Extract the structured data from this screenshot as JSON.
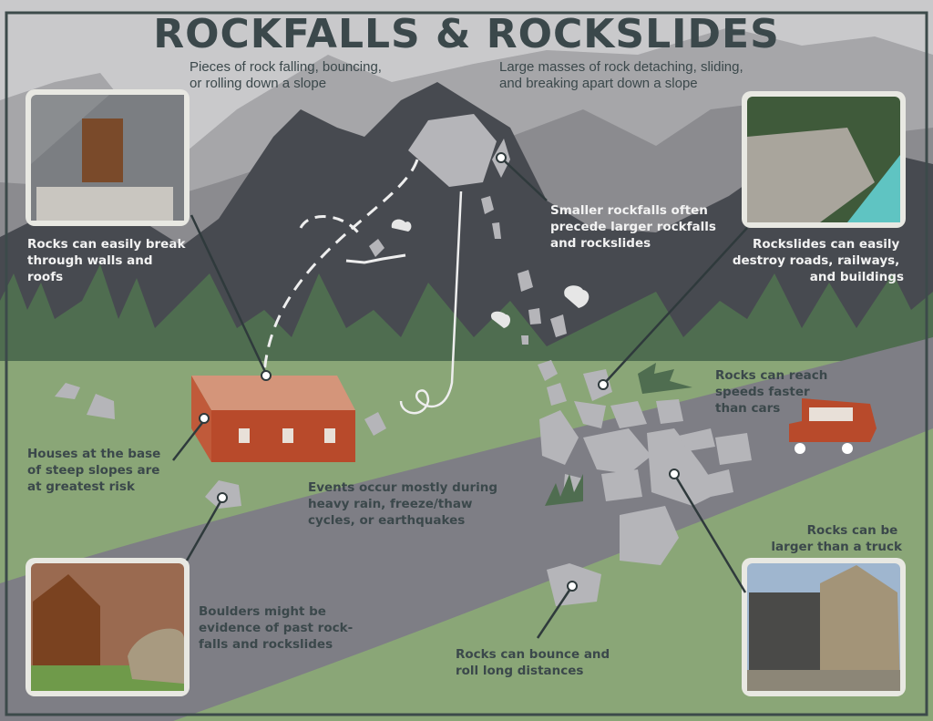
{
  "title": "ROCKFALLS & ROCKSLIDES",
  "rockfall_definition": [
    "Pieces of rock falling, bouncing,",
    "or rolling down a slope"
  ],
  "rockslide_definition": [
    "Large masses of rock detaching, sliding,",
    "and breaking apart down a slope"
  ],
  "callouts": {
    "walls_roofs": [
      "Rocks can easily break",
      "through walls and",
      "roofs"
    ],
    "smaller_rockfalls": [
      "Smaller rockfalls often",
      "precede larger rockfalls",
      "and rockslides"
    ],
    "destroy_roads": [
      "Rockslides can easily",
      "destroy roads, railways,",
      "and buildings"
    ],
    "speeds": [
      "Rocks can reach",
      "speeds faster",
      "than cars"
    ],
    "houses_base": [
      "Houses at the base",
      "of steep slopes are",
      "at greatest risk"
    ],
    "events": [
      "Events occur mostly during",
      "heavy rain, freeze/thaw",
      "cycles, or earthquakes"
    ],
    "larger_truck": [
      "Rocks can be",
      "larger than a truck"
    ],
    "boulders": [
      "Boulders might be",
      "evidence of past rock-",
      "falls and rockslides"
    ],
    "bounce_roll": [
      "Rocks can bounce and",
      "roll long distances"
    ]
  },
  "colors": {
    "sky": "#c9c9cb",
    "far_mountain": "#a6a6a9",
    "mid_mountain": "#8b8b8f",
    "dark_mountain": "#474a50",
    "trees": "#4f6d50",
    "ground": "#8aa677",
    "road": "#7e7e85",
    "rock": "#b5b5b9",
    "house": "#b84a2b",
    "text": "#3b484b"
  }
}
